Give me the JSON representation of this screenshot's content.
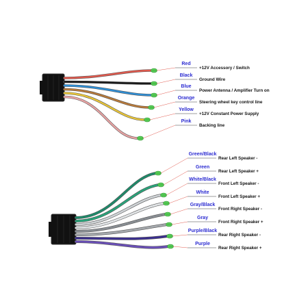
{
  "connectors": [
    {
      "wires": [
        {
          "color_name": "Red",
          "function": "+12V  Accessory / Switch",
          "wire_hex": "#e05a4e",
          "label_hex": "#2b2bd1"
        },
        {
          "color_name": "Black",
          "function": "Ground Wire",
          "wire_hex": "#1a1a1a",
          "label_hex": "#2b2bd1"
        },
        {
          "color_name": "Blue",
          "function": "Power Antenna / Amplifier Turn on",
          "wire_hex": "#2f8fd6",
          "label_hex": "#2b2bd1"
        },
        {
          "color_name": "Orange",
          "function": "Steering wheel key control line",
          "wire_hex": "#b87a3a",
          "label_hex": "#2b2bd1"
        },
        {
          "color_name": "Yellow",
          "function": "+12V Constant Power Supply",
          "wire_hex": "#e8c53a",
          "label_hex": "#2b2bd1"
        },
        {
          "color_name": "Pink",
          "function": "Backing line",
          "wire_hex": "#e8a3a3",
          "label_hex": "#2b2bd1"
        }
      ]
    },
    {
      "wires": [
        {
          "color_name": "Green/Black",
          "function": "Rear Left Speaker -",
          "wire_hex": "#1f8a6a",
          "label_hex": "#2b2bd1"
        },
        {
          "color_name": "Green",
          "function": "Rear Left Speaker +",
          "wire_hex": "#2aa37a",
          "label_hex": "#2b2bd1"
        },
        {
          "color_name": "White/Black",
          "function": "Front Left Speaker -",
          "wire_hex": "#cfd3d6",
          "label_hex": "#2b2bd1"
        },
        {
          "color_name": "White",
          "function": "Front Left Speaker +",
          "wire_hex": "#e2e5e7",
          "label_hex": "#2b2bd1"
        },
        {
          "color_name": "Gray/Black",
          "function": "Front Right Speaker -",
          "wire_hex": "#8a8f94",
          "label_hex": "#2b2bd1"
        },
        {
          "color_name": "Gray",
          "function": "Front Right Speaker +",
          "wire_hex": "#a6aaae",
          "label_hex": "#2b2bd1"
        },
        {
          "color_name": "Purple/Black",
          "function": "Rear Right Speaker -",
          "wire_hex": "#3b2f8f",
          "label_hex": "#2b2bd1"
        },
        {
          "color_name": "Purple",
          "function": "Rear Right Speaker +",
          "wire_hex": "#6a4fb8",
          "label_hex": "#2b2bd1"
        }
      ]
    }
  ],
  "colors": {
    "connector_body": "#111111",
    "connector_outline": "#333333",
    "terminal": "#5ad15a",
    "underline": "#3a3a3a",
    "leader": "#e05a4e"
  }
}
